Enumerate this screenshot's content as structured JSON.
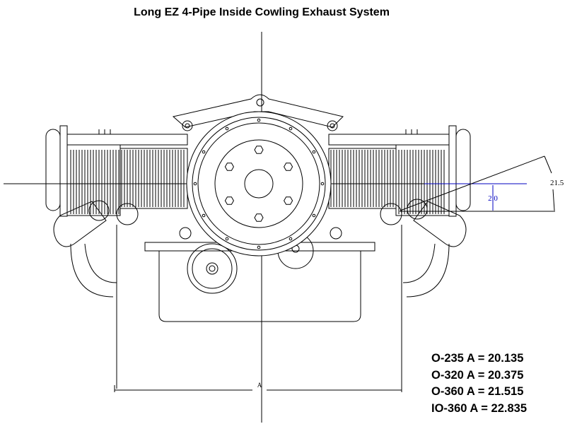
{
  "title": "Long EZ 4-Pipe Inside Cowling Exhaust System",
  "dimensions": {
    "offset_label": "2.0",
    "angle_label": "21.5",
    "width_label": "A",
    "offset_color": "#0000c0"
  },
  "legend": [
    {
      "text": "O-235 A = 20.135"
    },
    {
      "text": "O-320 A = 20.375"
    },
    {
      "text": "O-360 A = 21.515"
    },
    {
      "text": "IO-360 A = 22.835"
    }
  ]
}
